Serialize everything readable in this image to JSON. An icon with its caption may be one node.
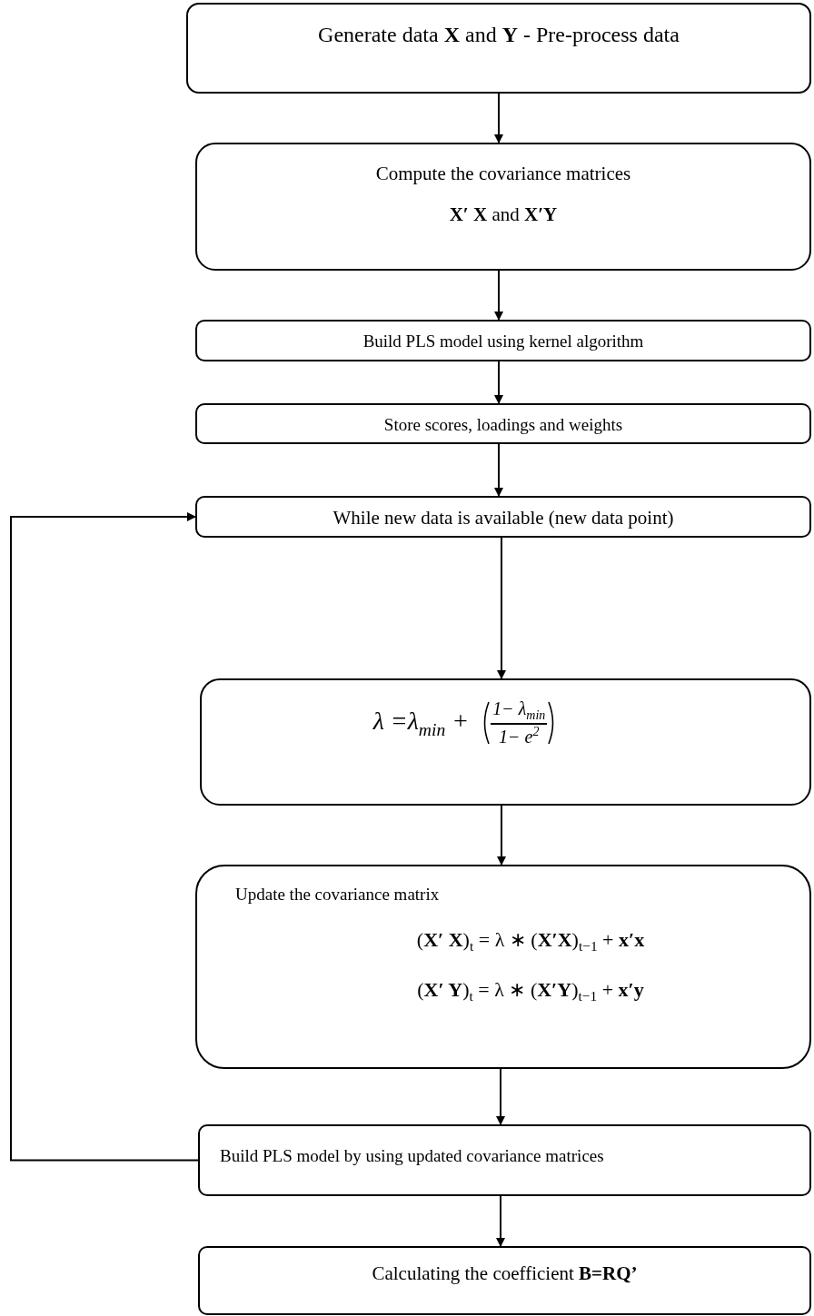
{
  "diagram": {
    "nodes": [
      {
        "text": [
          "Generate data  **X** and **Y** - Pre-process data"
        ]
      },
      {
        "text": [
          "Compute the covariance matrices",
          "**X′ X** and  **X′Y**"
        ]
      },
      {
        "text": [
          "Build PLS model using kernel algorithm"
        ]
      },
      {
        "text": [
          "Store scores, loadings and weights"
        ]
      },
      {
        "text": [
          "While new data is available (new data point)"
        ]
      },
      {
        "text": [
          "λ =λ$_{min}$ +",
          "1− λ$_{min}$",
          "1− e$^{2}$"
        ]
      },
      {
        "text": [
          "Update the covariance matrix",
          "(**X′ X**)$_{t}$ = λ ∗  (**X′X**)$_{t−1}$ + **x′x**",
          "(**X′ Y**)$_{t}$ = λ ∗  (**X′Y**)$_{t−1}$ + **x′y**"
        ]
      },
      {
        "text": [
          "Build PLS model by using updated covariance matrices"
        ]
      },
      {
        "text": [
          "Calculating the coefficient **B=RQ’**"
        ]
      }
    ],
    "edges": [
      {
        "from": 0,
        "to": 1,
        "arrow": "to"
      },
      {
        "from": 1,
        "to": 2,
        "arrow": "to"
      },
      {
        "from": 2,
        "to": 3,
        "arrow": "to"
      },
      {
        "from": 3,
        "to": 4,
        "arrow": "to"
      },
      {
        "from": 4,
        "to": 5,
        "arrow": "to"
      },
      {
        "from": 5,
        "to": 6,
        "arrow": "to"
      },
      {
        "from": 6,
        "to": 7,
        "arrow": "to"
      },
      {
        "from": 7,
        "to": 4,
        "arrow": "to"
      },
      {
        "from": 7,
        "to": 8,
        "arrow": "to"
      }
    ]
  }
}
